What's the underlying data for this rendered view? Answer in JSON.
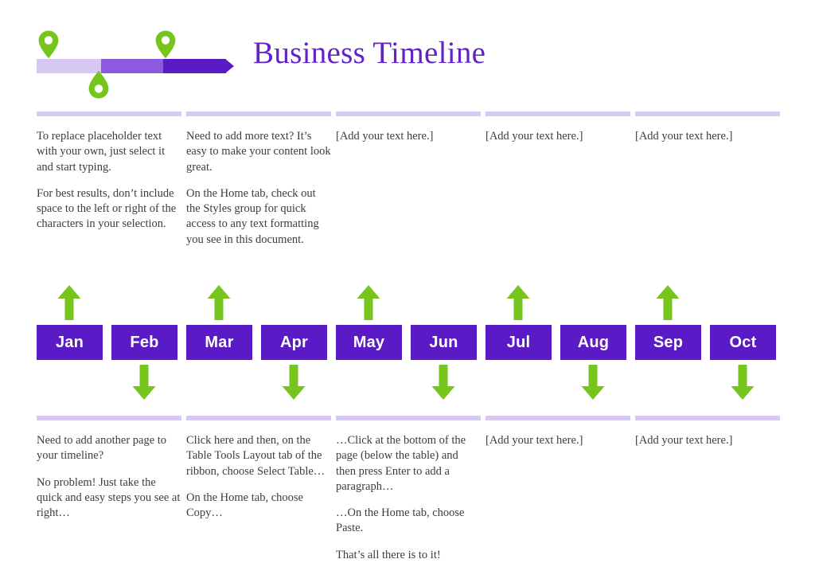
{
  "document": {
    "title": "Business Timeline",
    "accent_purple": "#5a1bc6",
    "accent_purple_mid": "#8a5be0",
    "accent_purple_light": "#d6c8f2",
    "accent_green": "#76c51c",
    "text_color": "#3d3d3d",
    "title_color": "#6122c9",
    "background": "#ffffff"
  },
  "logo": {
    "name": "timeline-logo",
    "pins": [
      {
        "name": "pin-marker-start",
        "orientation": "down"
      },
      {
        "name": "pin-marker-mid-top",
        "orientation": "down"
      },
      {
        "name": "pin-marker-mid-bottom",
        "orientation": "up"
      }
    ],
    "segments": [
      {
        "name": "segment-1",
        "color": "#d6c8f2"
      },
      {
        "name": "segment-2",
        "color": "#8a5be0"
      },
      {
        "name": "segment-3",
        "color": "#5a1bc6"
      }
    ]
  },
  "top_columns": [
    {
      "name": "top-column-1",
      "paragraphs": [
        "To replace placeholder text with your own, just select it and start typing.",
        "For best results, don’t include space to the left or right of the characters in your selection."
      ]
    },
    {
      "name": "top-column-2",
      "paragraphs": [
        "Need to add more text? It’s easy to make your content look great.",
        "On the Home tab, check out the Styles group for quick access to any text formatting you see in this document."
      ]
    },
    {
      "name": "top-column-3",
      "paragraphs": [
        "[Add your text here.]"
      ]
    },
    {
      "name": "top-column-4",
      "paragraphs": [
        "[Add your text here.]"
      ]
    },
    {
      "name": "top-column-5",
      "paragraphs": [
        "[Add your text here.]"
      ]
    }
  ],
  "months": [
    {
      "label": "Jan",
      "arrow": "up"
    },
    {
      "label": "Feb",
      "arrow": "down"
    },
    {
      "label": "Mar",
      "arrow": "up"
    },
    {
      "label": "Apr",
      "arrow": "down"
    },
    {
      "label": "May",
      "arrow": "up"
    },
    {
      "label": "Jun",
      "arrow": "down"
    },
    {
      "label": "Jul",
      "arrow": "up"
    },
    {
      "label": "Aug",
      "arrow": "down"
    },
    {
      "label": "Sep",
      "arrow": "up"
    },
    {
      "label": "Oct",
      "arrow": "down"
    }
  ],
  "bottom_columns": [
    {
      "name": "bottom-column-1",
      "paragraphs": [
        "Need to add another page to your timeline?",
        "No problem! Just take the quick and easy steps you see at right…"
      ]
    },
    {
      "name": "bottom-column-2",
      "paragraphs": [
        "Click here and then, on the Table Tools Layout tab of the ribbon, choose Select Table…",
        "On the Home tab, choose Copy…"
      ]
    },
    {
      "name": "bottom-column-3",
      "paragraphs": [
        "…Click at the bottom of the page (below the table) and then press Enter to add a paragraph…",
        "…On the Home tab, choose Paste.",
        "That’s all there is to it!"
      ]
    },
    {
      "name": "bottom-column-4",
      "paragraphs": [
        "[Add your text here.]"
      ]
    },
    {
      "name": "bottom-column-5",
      "paragraphs": [
        "[Add your text here.]"
      ]
    }
  ]
}
